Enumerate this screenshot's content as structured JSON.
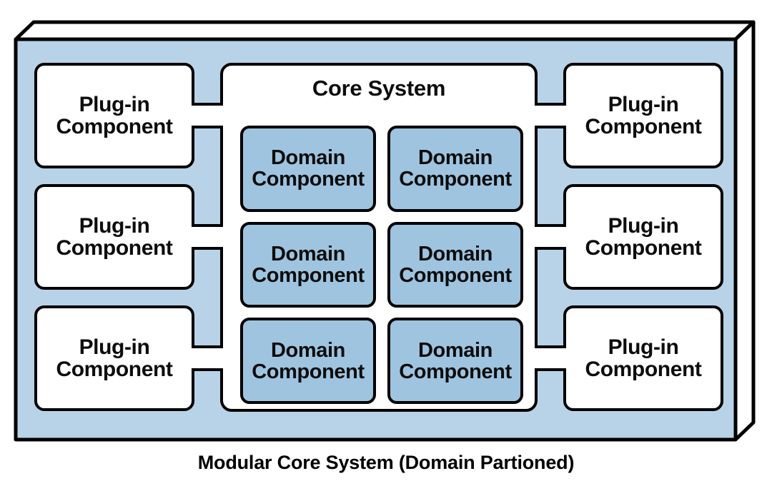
{
  "diagram": {
    "caption": "Modular Core System (Domain Partioned)",
    "colors": {
      "container_fill": "#b8d3e8",
      "container_top_face": "#ffffff",
      "container_right_face": "#ffffff",
      "domain_component_fill": "#9ec4e0",
      "plugin_component_fill": "#ffffff",
      "core_fill": "#ffffff",
      "stroke": "#000000",
      "page_background": "#ffffff"
    },
    "core": {
      "title": "Core System",
      "domain_components": [
        {
          "line1": "Domain",
          "line2": "Component"
        },
        {
          "line1": "Domain",
          "line2": "Component"
        },
        {
          "line1": "Domain",
          "line2": "Component"
        },
        {
          "line1": "Domain",
          "line2": "Component"
        },
        {
          "line1": "Domain",
          "line2": "Component"
        },
        {
          "line1": "Domain",
          "line2": "Component"
        }
      ]
    },
    "plugins_left": [
      {
        "line1": "Plug-in",
        "line2": "Component"
      },
      {
        "line1": "Plug-in",
        "line2": "Component"
      },
      {
        "line1": "Plug-in",
        "line2": "Component"
      }
    ],
    "plugins_right": [
      {
        "line1": "Plug-in",
        "line2": "Component"
      },
      {
        "line1": "Plug-in",
        "line2": "Component"
      },
      {
        "line1": "Plug-in",
        "line2": "Component"
      }
    ],
    "connectors": {
      "count": 6,
      "shape": "rectangular-stub"
    }
  }
}
